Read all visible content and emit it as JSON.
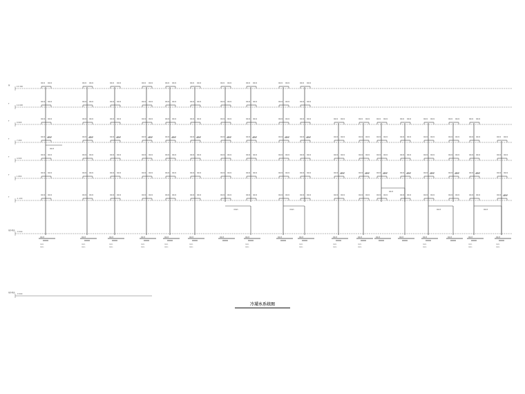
{
  "title": "冷凝水系统图",
  "floor_labels": [
    "15.300",
    "12.600",
    "9.900",
    "7.200",
    "4.500",
    "1.800",
    "-1.100",
    "-3.500"
  ],
  "riser_branch_label": "DN20",
  "riser_head_label": "DN25",
  "floor_mark_texts": [
    "屋",
    "F",
    "F",
    "F",
    "F",
    "F",
    "F",
    "室外地面"
  ],
  "colors": {
    "line": "#3a3a3a",
    "text": "#555555",
    "title": "#111111"
  }
}
